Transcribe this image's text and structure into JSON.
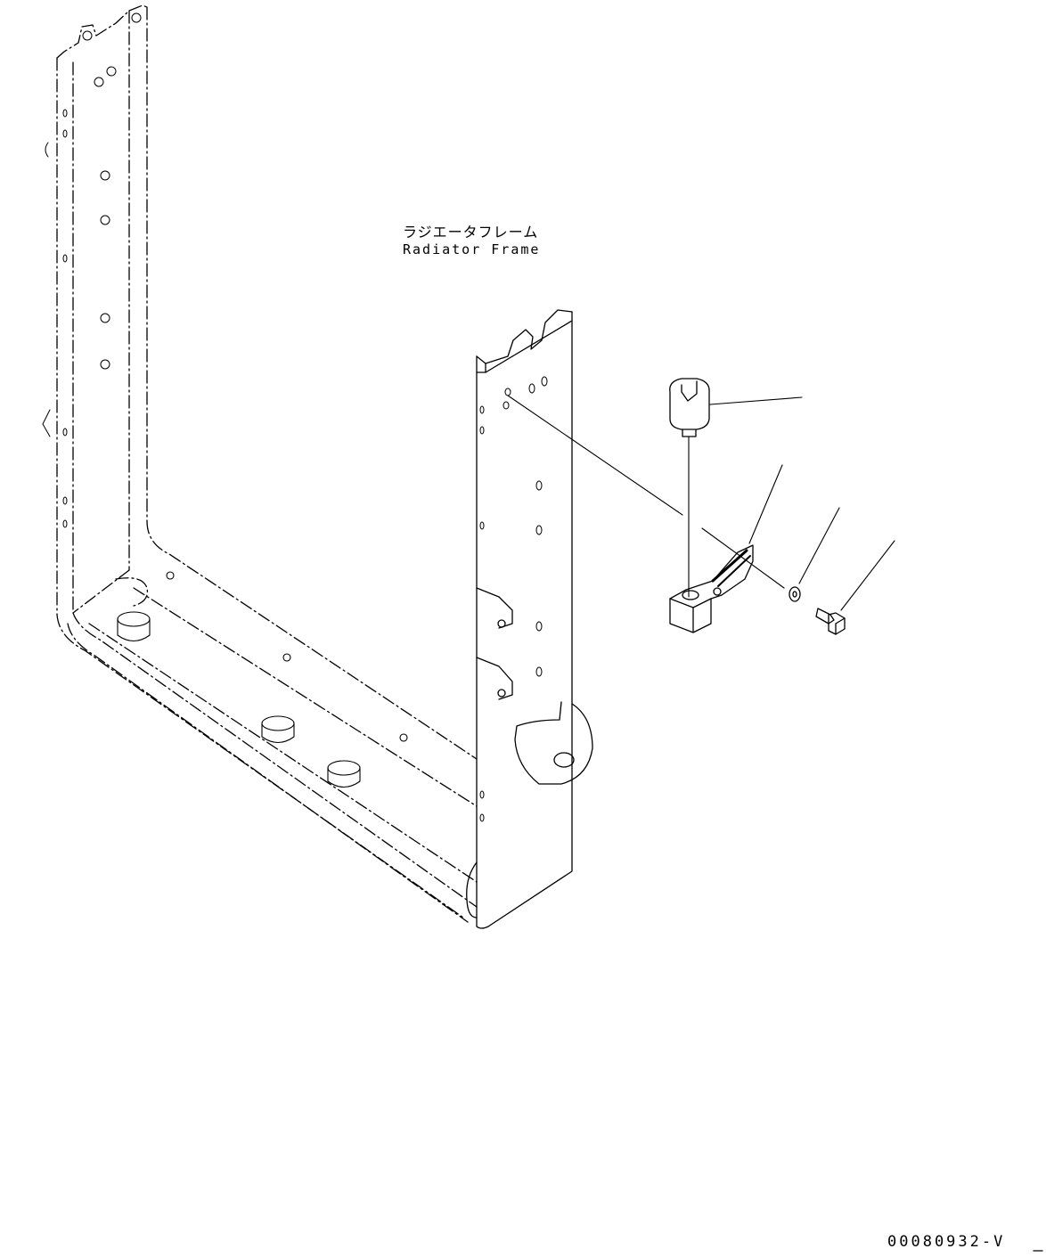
{
  "labels": {
    "radiator_frame_ja": "ラジエータフレーム",
    "radiator_frame_en": "Radiator Frame"
  },
  "drawing_number": "00080932-V",
  "colors": {
    "line": "#000000",
    "background": "#ffffff"
  }
}
